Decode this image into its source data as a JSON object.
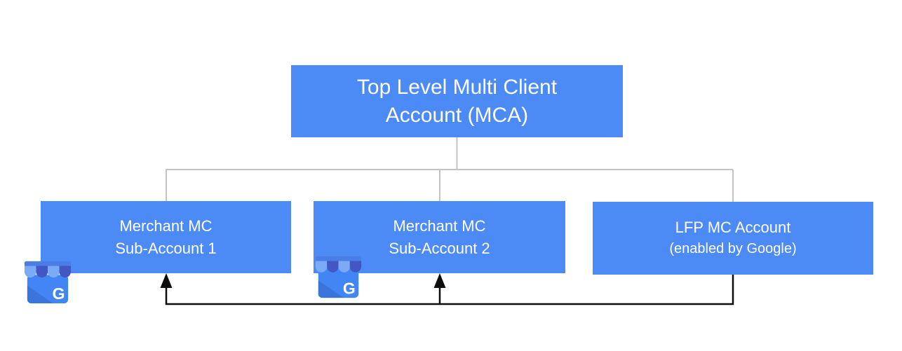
{
  "diagram": {
    "top_box": {
      "line1": "Top Level Multi Client",
      "line2": "Account (MCA)"
    },
    "children": [
      {
        "line1": "Merchant MC",
        "line2": "Sub-Account 1"
      },
      {
        "line1": "Merchant MC",
        "line2": "Sub-Account 2"
      },
      {
        "line1": "LFP MC Account",
        "line2": "(enabled by Google)"
      }
    ],
    "gmb_icon": {
      "name": "google-business-profile-icon",
      "g_letter": "G"
    },
    "colors": {
      "node_fill": "#4C8AF5",
      "node_text": "#FFFFFF",
      "tree_line": "#C3C3C3",
      "arrow_line": "#0D0D0D",
      "icon_body": "#4285F4",
      "icon_body_shade": "#3B74DB",
      "icon_awning_band": "#4A7DE6",
      "icon_scallop_light": "#7BAAF7",
      "icon_scallop_dark": "#4357C2"
    }
  }
}
